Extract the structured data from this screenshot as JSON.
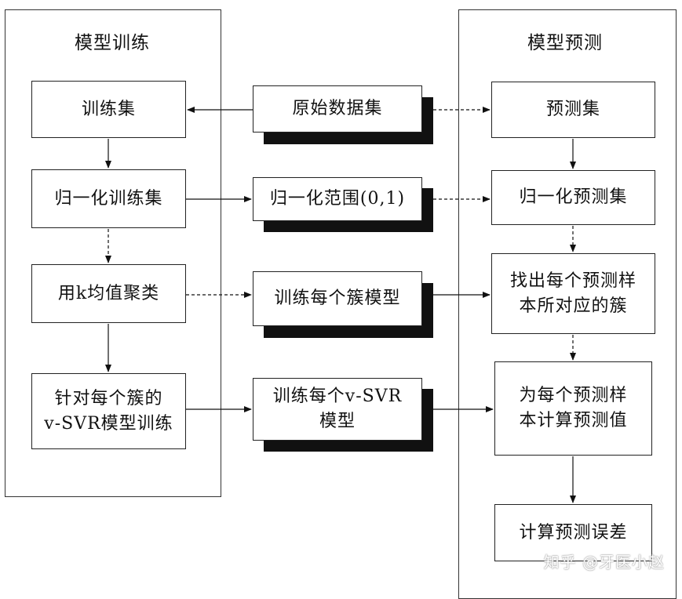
{
  "left_panel": {
    "title": "模型训练"
  },
  "right_panel": {
    "title": "模型预测"
  },
  "training": {
    "train_set": "训练集",
    "normalize_train": "归一化训练集",
    "kmeans": "用k均值聚类",
    "svr_train_line1": "针对每个簇的",
    "svr_train_line2": "v-SVR模型训练"
  },
  "middle": {
    "raw_data": "原始数据集",
    "norm_range": "归一化范围(0,1)",
    "cluster_models": "训练每个簇模型",
    "svr_models_line1": "训练每个v-SVR",
    "svr_models_line2": "模型"
  },
  "prediction": {
    "predict_set": "预测集",
    "normalize_predict": "归一化预测集",
    "find_cluster_line1": "找出每个预测样",
    "find_cluster_line2": "本所对应的簇",
    "compute_pred_line1": "为每个预测样",
    "compute_pred_line2": "本计算预测值",
    "compute_error": "计算预测误差"
  },
  "watermark": "知乎 @牙医小赵"
}
